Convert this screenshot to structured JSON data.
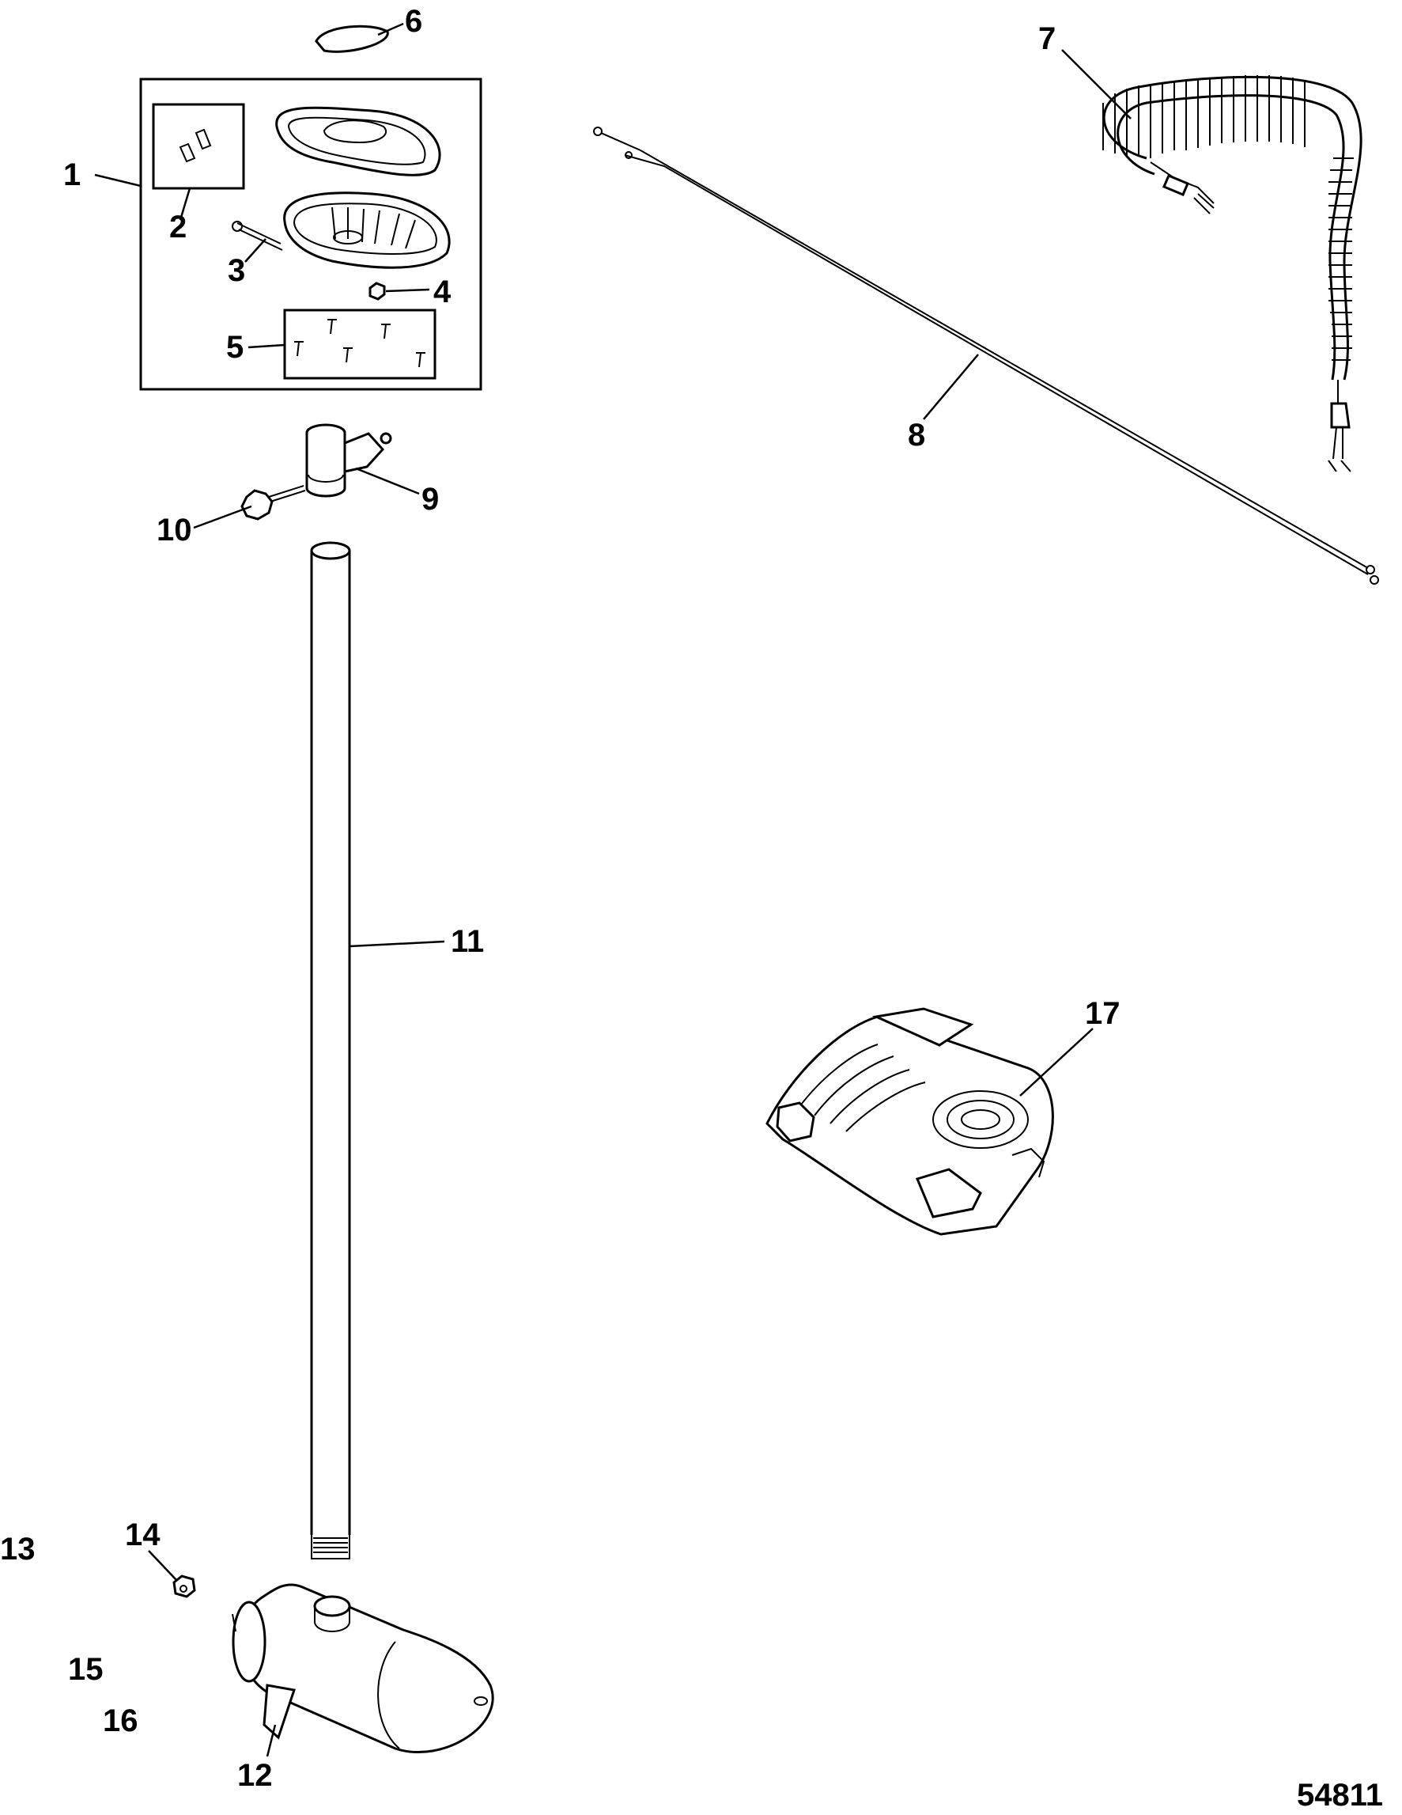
{
  "diagram": {
    "drawing_number": "54811",
    "callouts": {
      "c1": "1",
      "c2": "2",
      "c3": "3",
      "c4": "4",
      "c5": "5",
      "c6": "6",
      "c7": "7",
      "c8": "8",
      "c9": "9",
      "c10": "10",
      "c11": "11",
      "c12": "12",
      "c13": "13",
      "c14": "14",
      "c15": "15",
      "c16": "16",
      "c17": "17"
    }
  }
}
